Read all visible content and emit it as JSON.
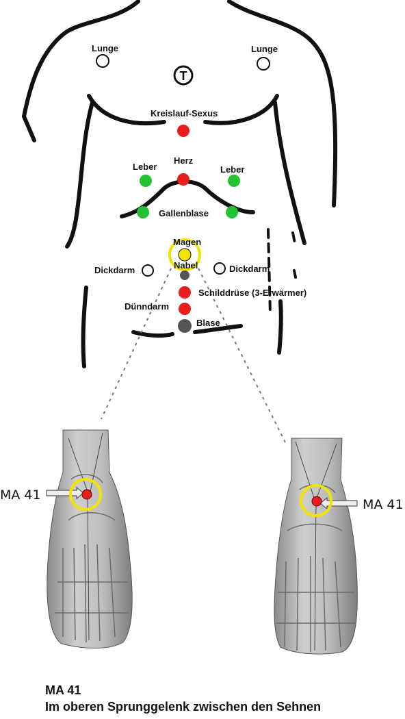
{
  "colors": {
    "body_line": "#111111",
    "yellow_ring": "#f2e300",
    "red_point": "#e81d1d",
    "green_point": "#22c232",
    "gray_point": "#555555",
    "open_point": "#ffffff"
  },
  "body_labels": {
    "lunge_left": "Lunge",
    "lunge_right": "Lunge",
    "t_symbol": "T",
    "kreislauf": "Kreislauf-Sexus",
    "herz": "Herz",
    "leber_left": "Leber",
    "leber_right": "Leber",
    "gallenblase": "Gallenblase",
    "magen": "Magen",
    "nabel": "Nabel",
    "dickdarm_left": "Dickdarm",
    "dickdarm_right": "Dickdarm",
    "schilddruese": "Schilddrüse (3-Erwärmer)",
    "duenndarm": "Dünndarm",
    "blase": "Blase"
  },
  "foot_labels": {
    "left": "MA 41",
    "right": "MA 41"
  },
  "caption": {
    "line1": "MA 41",
    "line2": "Im oberen Sprunggelenk zwischen den Sehnen"
  }
}
